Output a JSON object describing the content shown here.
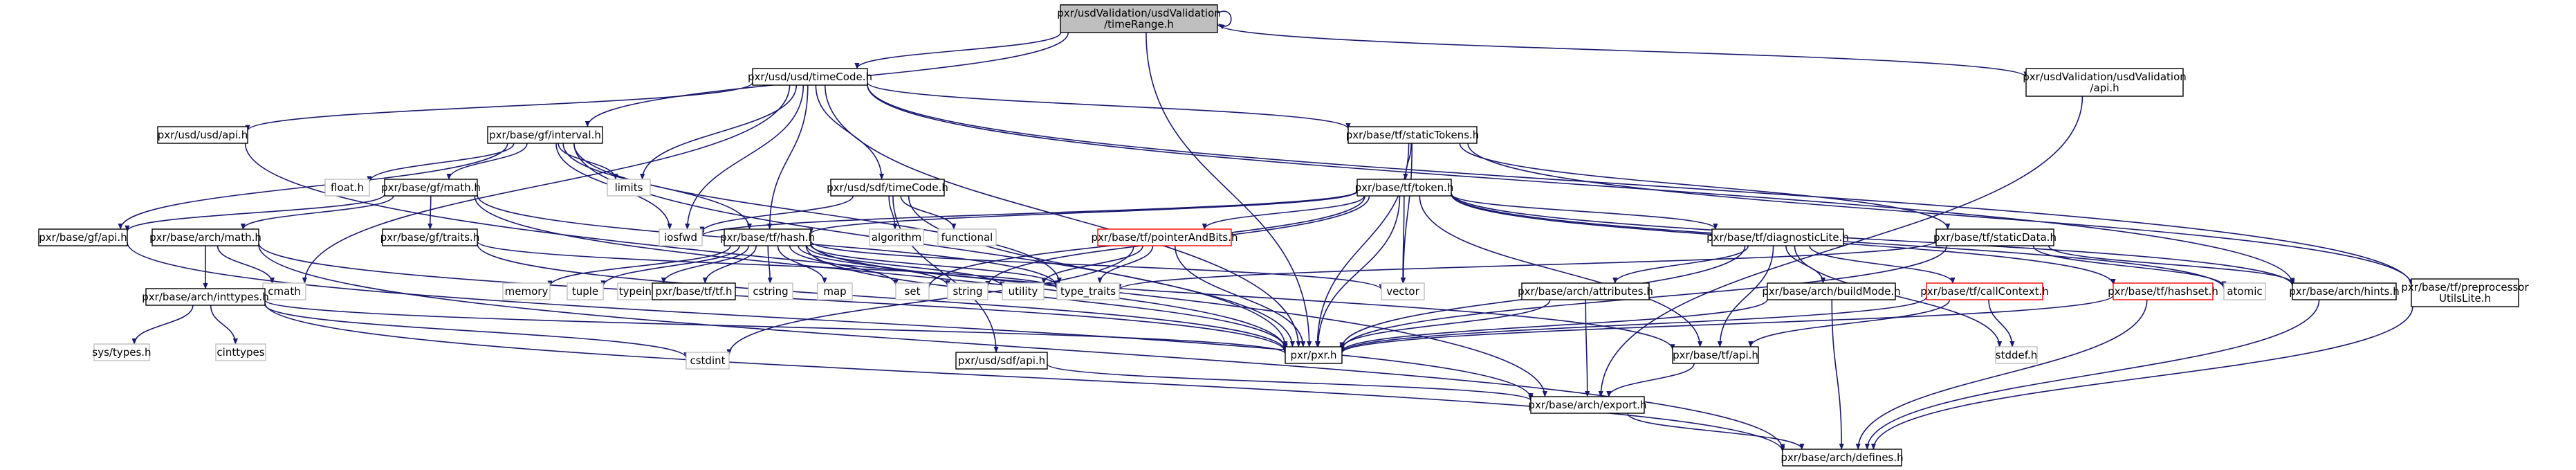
{
  "colors": {
    "edge": "#191970",
    "border": "#000000",
    "border_gray": "#bfbfbf",
    "border_red": "#ff0000",
    "fill": "#ffffff",
    "fill_root": "#bfbfbf"
  },
  "nodes": [
    {
      "id": "root",
      "lines": [
        "pxr/usdValidation/usdValidation",
        "/timeRange.h"
      ],
      "style": "root"
    },
    {
      "id": "usd_timeCode",
      "lines": [
        "pxr/usd/usd/timeCode.h"
      ],
      "style": "normal"
    },
    {
      "id": "uv_api",
      "lines": [
        "pxr/usdValidation/usdValidation",
        "/api.h"
      ],
      "style": "normal"
    },
    {
      "id": "usd_api",
      "lines": [
        "pxr/usd/usd/api.h"
      ],
      "style": "normal"
    },
    {
      "id": "gf_interval",
      "lines": [
        "pxr/base/gf/interval.h"
      ],
      "style": "normal"
    },
    {
      "id": "tf_staticTokens",
      "lines": [
        "pxr/base/tf/staticTokens.h"
      ],
      "style": "normal"
    },
    {
      "id": "float_h",
      "lines": [
        "float.h"
      ],
      "style": "gray"
    },
    {
      "id": "gf_math",
      "lines": [
        "pxr/base/gf/math.h"
      ],
      "style": "normal"
    },
    {
      "id": "limits",
      "lines": [
        "limits"
      ],
      "style": "gray"
    },
    {
      "id": "sdf_timeCode",
      "lines": [
        "pxr/usd/sdf/timeCode.h"
      ],
      "style": "normal"
    },
    {
      "id": "tf_token",
      "lines": [
        "pxr/base/tf/token.h"
      ],
      "style": "normal"
    },
    {
      "id": "gf_api",
      "lines": [
        "pxr/base/gf/api.h"
      ],
      "style": "normal"
    },
    {
      "id": "arch_math",
      "lines": [
        "pxr/base/arch/math.h"
      ],
      "style": "normal"
    },
    {
      "id": "gf_traits",
      "lines": [
        "pxr/base/gf/traits.h"
      ],
      "style": "normal"
    },
    {
      "id": "iosfwd",
      "lines": [
        "iosfwd"
      ],
      "style": "gray"
    },
    {
      "id": "tf_hash",
      "lines": [
        "pxr/base/tf/hash.h"
      ],
      "style": "normal"
    },
    {
      "id": "algorithm",
      "lines": [
        "algorithm"
      ],
      "style": "gray"
    },
    {
      "id": "functional",
      "lines": [
        "functional"
      ],
      "style": "gray"
    },
    {
      "id": "tf_pointerAndBits",
      "lines": [
        "pxr/base/tf/pointerAndBits.h"
      ],
      "style": "red"
    },
    {
      "id": "tf_diagnosticLite",
      "lines": [
        "pxr/base/tf/diagnosticLite.h"
      ],
      "style": "normal"
    },
    {
      "id": "tf_staticData",
      "lines": [
        "pxr/base/tf/staticData.h"
      ],
      "style": "normal"
    },
    {
      "id": "cmath",
      "lines": [
        "cmath"
      ],
      "style": "gray"
    },
    {
      "id": "arch_inttypes",
      "lines": [
        "pxr/base/arch/inttypes.h"
      ],
      "style": "normal"
    },
    {
      "id": "memory",
      "lines": [
        "memory"
      ],
      "style": "gray"
    },
    {
      "id": "tuple",
      "lines": [
        "tuple"
      ],
      "style": "gray"
    },
    {
      "id": "typeindex",
      "lines": [
        "typeindex"
      ],
      "style": "gray"
    },
    {
      "id": "tf_tf",
      "lines": [
        "pxr/base/tf/tf.h"
      ],
      "style": "normal"
    },
    {
      "id": "cstring",
      "lines": [
        "cstring"
      ],
      "style": "gray"
    },
    {
      "id": "map",
      "lines": [
        "map"
      ],
      "style": "gray"
    },
    {
      "id": "set",
      "lines": [
        "set"
      ],
      "style": "gray"
    },
    {
      "id": "string",
      "lines": [
        "string"
      ],
      "style": "gray"
    },
    {
      "id": "utility",
      "lines": [
        "utility"
      ],
      "style": "gray"
    },
    {
      "id": "type_traits",
      "lines": [
        "type_traits"
      ],
      "style": "gray"
    },
    {
      "id": "vector",
      "lines": [
        "vector"
      ],
      "style": "gray"
    },
    {
      "id": "arch_attributes",
      "lines": [
        "pxr/base/arch/attributes.h"
      ],
      "style": "normal"
    },
    {
      "id": "arch_buildMode",
      "lines": [
        "pxr/base/arch/buildMode.h"
      ],
      "style": "normal"
    },
    {
      "id": "tf_callContext",
      "lines": [
        "pxr/base/tf/callContext.h"
      ],
      "style": "red"
    },
    {
      "id": "tf_hashset",
      "lines": [
        "pxr/base/tf/hashset.h"
      ],
      "style": "red"
    },
    {
      "id": "atomic",
      "lines": [
        "atomic"
      ],
      "style": "gray"
    },
    {
      "id": "arch_hints",
      "lines": [
        "pxr/base/arch/hints.h"
      ],
      "style": "normal"
    },
    {
      "id": "tf_preprocessorUtilsLite",
      "lines": [
        "pxr/base/tf/preprocessor",
        "UtilsLite.h"
      ],
      "style": "normal"
    },
    {
      "id": "sys_types",
      "lines": [
        "sys/types.h"
      ],
      "style": "gray"
    },
    {
      "id": "cinttypes",
      "lines": [
        "cinttypes"
      ],
      "style": "gray"
    },
    {
      "id": "cstdint",
      "lines": [
        "cstdint"
      ],
      "style": "gray"
    },
    {
      "id": "sdf_api",
      "lines": [
        "pxr/usd/sdf/api.h"
      ],
      "style": "normal"
    },
    {
      "id": "pxr_h",
      "lines": [
        "pxr/pxr.h"
      ],
      "style": "normal"
    },
    {
      "id": "tf_api",
      "lines": [
        "pxr/base/tf/api.h"
      ],
      "style": "normal"
    },
    {
      "id": "stddef",
      "lines": [
        "stddef.h"
      ],
      "style": "gray"
    },
    {
      "id": "arch_export",
      "lines": [
        "pxr/base/arch/export.h"
      ],
      "style": "normal"
    },
    {
      "id": "arch_defines",
      "lines": [
        "pxr/base/arch/defines.h"
      ],
      "style": "normal"
    }
  ],
  "edges": [
    [
      "root",
      "root"
    ],
    [
      "root",
      "usd_timeCode"
    ],
    [
      "root",
      "uv_api"
    ],
    [
      "root",
      "gf_interval"
    ],
    [
      "root",
      "pxr_h"
    ],
    [
      "usd_timeCode",
      "usd_api"
    ],
    [
      "usd_timeCode",
      "limits"
    ],
    [
      "usd_timeCode",
      "sdf_timeCode"
    ],
    [
      "usd_timeCode",
      "tf_staticTokens"
    ],
    [
      "usd_timeCode",
      "iosfwd"
    ],
    [
      "usd_timeCode",
      "tf_hash"
    ],
    [
      "usd_timeCode",
      "pxr_h"
    ],
    [
      "usd_timeCode",
      "arch_hints"
    ],
    [
      "usd_timeCode",
      "tf_preprocessorUtilsLite"
    ],
    [
      "usd_timeCode",
      "cmath"
    ],
    [
      "uv_api",
      "arch_export"
    ],
    [
      "usd_api",
      "arch_export"
    ],
    [
      "gf_interval",
      "float_h"
    ],
    [
      "gf_interval",
      "gf_math"
    ],
    [
      "gf_interval",
      "limits"
    ],
    [
      "gf_interval",
      "gf_api"
    ],
    [
      "gf_interval",
      "iosfwd"
    ],
    [
      "gf_interval",
      "tf_hash"
    ],
    [
      "gf_interval",
      "pxr_h"
    ],
    [
      "gf_interval",
      "type_traits"
    ],
    [
      "tf_staticTokens",
      "tf_token"
    ],
    [
      "tf_staticTokens",
      "tf_staticData"
    ],
    [
      "tf_staticTokens",
      "vector"
    ],
    [
      "tf_staticTokens",
      "pxr_h"
    ],
    [
      "tf_staticTokens",
      "tf_preprocessorUtilsLite"
    ],
    [
      "gf_math",
      "arch_math"
    ],
    [
      "gf_math",
      "gf_traits"
    ],
    [
      "gf_math",
      "gf_api"
    ],
    [
      "gf_math",
      "pxr_h"
    ],
    [
      "gf_math",
      "type_traits"
    ],
    [
      "sdf_timeCode",
      "sdf_api"
    ],
    [
      "sdf_timeCode",
      "iosfwd"
    ],
    [
      "sdf_timeCode",
      "algorithm"
    ],
    [
      "sdf_timeCode",
      "functional"
    ],
    [
      "sdf_timeCode",
      "pxr_h"
    ],
    [
      "tf_token",
      "iosfwd"
    ],
    [
      "tf_token",
      "tf_hash"
    ],
    [
      "tf_token",
      "tf_pointerAndBits"
    ],
    [
      "tf_token",
      "tf_diagnosticLite"
    ],
    [
      "tf_token",
      "tf_hashset"
    ],
    [
      "tf_token",
      "string"
    ],
    [
      "tf_token",
      "set"
    ],
    [
      "tf_token",
      "vector"
    ],
    [
      "tf_token",
      "pxr_h"
    ],
    [
      "tf_token",
      "tf_api"
    ],
    [
      "tf_token",
      "arch_hints"
    ],
    [
      "tf_token",
      "atomic"
    ],
    [
      "gf_api",
      "arch_export"
    ],
    [
      "arch_math",
      "arch_inttypes"
    ],
    [
      "arch_math",
      "cmath"
    ],
    [
      "arch_math",
      "arch_defines"
    ],
    [
      "arch_math",
      "pxr_h"
    ],
    [
      "gf_traits",
      "type_traits"
    ],
    [
      "gf_traits",
      "pxr_h"
    ],
    [
      "tf_hash",
      "memory"
    ],
    [
      "tf_hash",
      "tuple"
    ],
    [
      "tf_hash",
      "typeindex"
    ],
    [
      "tf_hash",
      "tf_tf"
    ],
    [
      "tf_hash",
      "cstring"
    ],
    [
      "tf_hash",
      "map"
    ],
    [
      "tf_hash",
      "set"
    ],
    [
      "tf_hash",
      "string"
    ],
    [
      "tf_hash",
      "utility"
    ],
    [
      "tf_hash",
      "type_traits"
    ],
    [
      "tf_hash",
      "vector"
    ],
    [
      "tf_hash",
      "pxr_h"
    ],
    [
      "tf_hash",
      "tf_api"
    ],
    [
      "tf_pointerAndBits",
      "utility"
    ],
    [
      "tf_pointerAndBits",
      "type_traits"
    ],
    [
      "tf_pointerAndBits",
      "cstdint"
    ],
    [
      "tf_pointerAndBits",
      "pxr_h"
    ],
    [
      "tf_diagnosticLite",
      "arch_attributes"
    ],
    [
      "tf_diagnosticLite",
      "arch_buildMode"
    ],
    [
      "tf_diagnosticLite",
      "tf_callContext"
    ],
    [
      "tf_diagnosticLite",
      "tf_api"
    ],
    [
      "tf_diagnosticLite",
      "stddef"
    ],
    [
      "tf_diagnosticLite",
      "pxr_h"
    ],
    [
      "tf_staticData",
      "atomic"
    ],
    [
      "tf_staticData",
      "arch_hints"
    ],
    [
      "tf_staticData",
      "type_traits"
    ],
    [
      "tf_staticData",
      "pxr_h"
    ],
    [
      "arch_inttypes",
      "sys_types"
    ],
    [
      "arch_inttypes",
      "cinttypes"
    ],
    [
      "arch_inttypes",
      "cstdint"
    ],
    [
      "arch_inttypes",
      "pxr_h"
    ],
    [
      "arch_inttypes",
      "arch_defines"
    ],
    [
      "arch_attributes",
      "arch_export"
    ],
    [
      "arch_attributes",
      "pxr_h"
    ],
    [
      "arch_buildMode",
      "arch_defines"
    ],
    [
      "arch_buildMode",
      "pxr_h"
    ],
    [
      "tf_callContext",
      "tf_api"
    ],
    [
      "tf_callContext",
      "pxr_h"
    ],
    [
      "tf_callContext",
      "stddef"
    ],
    [
      "tf_hashset",
      "arch_defines"
    ],
    [
      "tf_hashset",
      "pxr_h"
    ],
    [
      "arch_hints",
      "arch_defines"
    ],
    [
      "tf_preprocessorUtilsLite",
      "arch_defines"
    ],
    [
      "sdf_api",
      "arch_export"
    ],
    [
      "tf_api",
      "arch_export"
    ],
    [
      "arch_export",
      "arch_defines"
    ]
  ]
}
